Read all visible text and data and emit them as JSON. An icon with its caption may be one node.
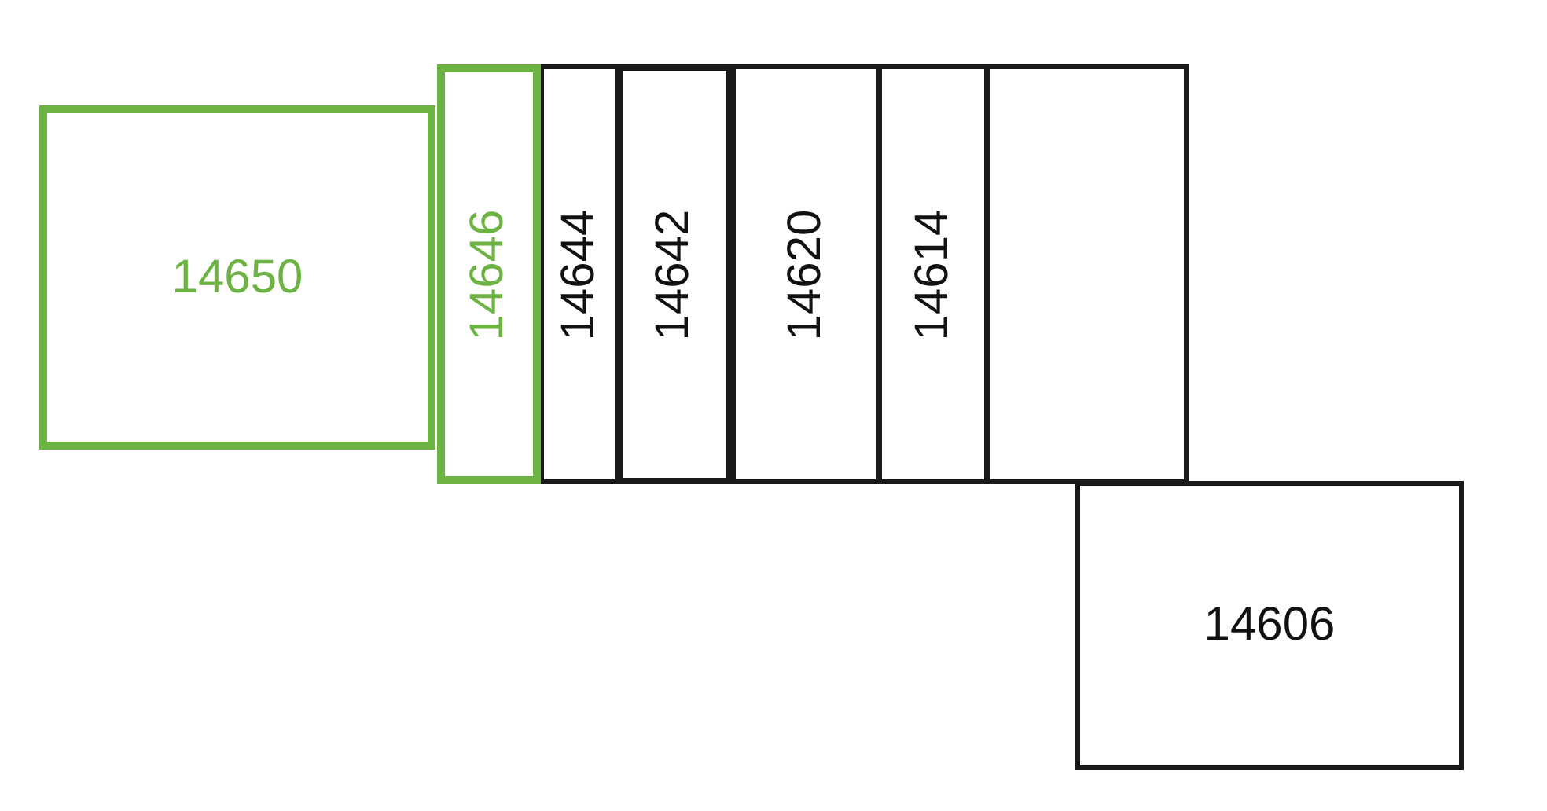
{
  "diagram": {
    "nodes": [
      {
        "text": [
          "14650"
        ]
      },
      {
        "text": [
          "14646"
        ]
      },
      {
        "text": [
          "14644"
        ]
      },
      {
        "text": [
          "14642"
        ]
      },
      {
        "text": [
          "14620"
        ]
      },
      {
        "text": [
          "14614"
        ]
      },
      {
        "text": [],
        "shape": "box"
      },
      {
        "text": [
          "14606"
        ]
      }
    ]
  }
}
